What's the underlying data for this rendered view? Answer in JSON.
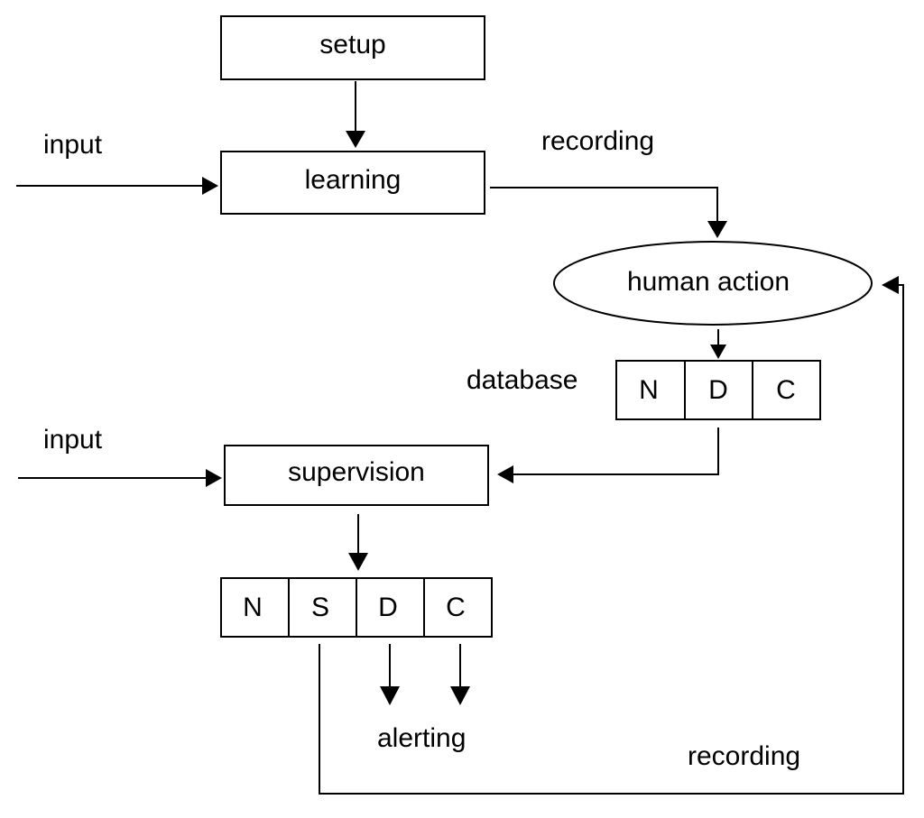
{
  "nodes": {
    "setup": "setup",
    "learning": "learning",
    "human_action": "human action",
    "supervision": "supervision"
  },
  "labels": {
    "input_top": "input",
    "input_bottom": "input",
    "recording_top": "recording",
    "recording_bottom": "recording",
    "database": "database",
    "alerting": "alerting"
  },
  "database_cells": [
    "N",
    "D",
    "C"
  ],
  "output_cells": [
    "N",
    "S",
    "D",
    "C"
  ]
}
